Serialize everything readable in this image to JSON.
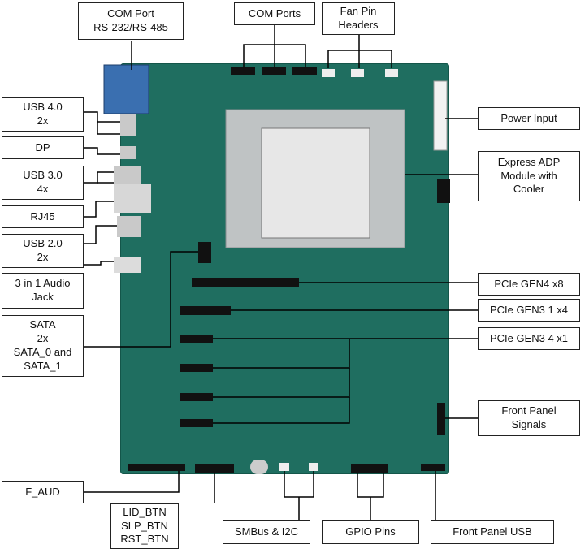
{
  "labels": {
    "com_port": "COM Port\nRS-232/RS-485",
    "com_ports": "COM Ports",
    "fan_headers": "Fan Pin\nHeaders",
    "usb40": "USB 4.0\n2x",
    "power_input": "Power Input",
    "dp": "DP",
    "express_adp": "Express ADP\nModule with\nCooler",
    "usb30": "USB 3.0\n4x",
    "rj45": "RJ45",
    "usb20": "USB 2.0\n2x",
    "pcie_gen4": "PCIe GEN4 x8",
    "audio": "3 in 1 Audio\nJack",
    "pcie_gen3_1x4": "PCIe GEN3 1 x4",
    "sata": "SATA\n2x\nSATA_0 and\nSATA_1",
    "pcie_gen3_4x1": "PCIe GEN3 4 x1",
    "front_panel_signals": "Front Panel\nSignals",
    "f_aud": "F_AUD",
    "buttons": "LID_BTN\nSLP_BTN\nRST_BTN",
    "smbus": "SMBus & I2C",
    "gpio": "GPIO Pins",
    "front_usb": "Front Panel USB"
  },
  "colors": {
    "board": "#1f6e60",
    "heatsink": "#bfc3c4",
    "slot": "#111111",
    "line": "#000000"
  }
}
